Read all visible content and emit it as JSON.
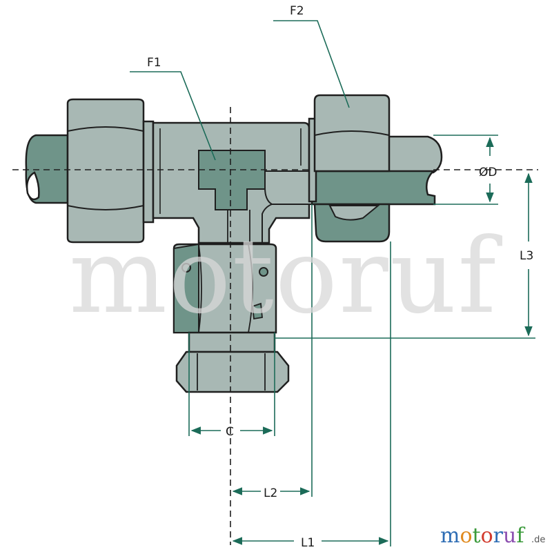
{
  "labels": {
    "f1": "F1",
    "f2": "F2",
    "od": "ØD",
    "l3": "L3",
    "c": "C",
    "l2": "L2",
    "l1": "L1"
  },
  "watermark": "motoruf",
  "brand": {
    "letters": [
      "m",
      "o",
      "t",
      "o",
      "r",
      "u",
      "f"
    ],
    "letter_colors": [
      "#2e6db4",
      "#e08a1e",
      "#3a9a3a",
      "#d23b2e",
      "#2e6db4",
      "#8c4fb0",
      "#3a9a3a"
    ],
    "suffix": ".de"
  },
  "colors": {
    "body": "#a8b8b4",
    "body_dark": "#6f9489",
    "line": "#1f1f1f",
    "dimension": "#1b6b58"
  }
}
